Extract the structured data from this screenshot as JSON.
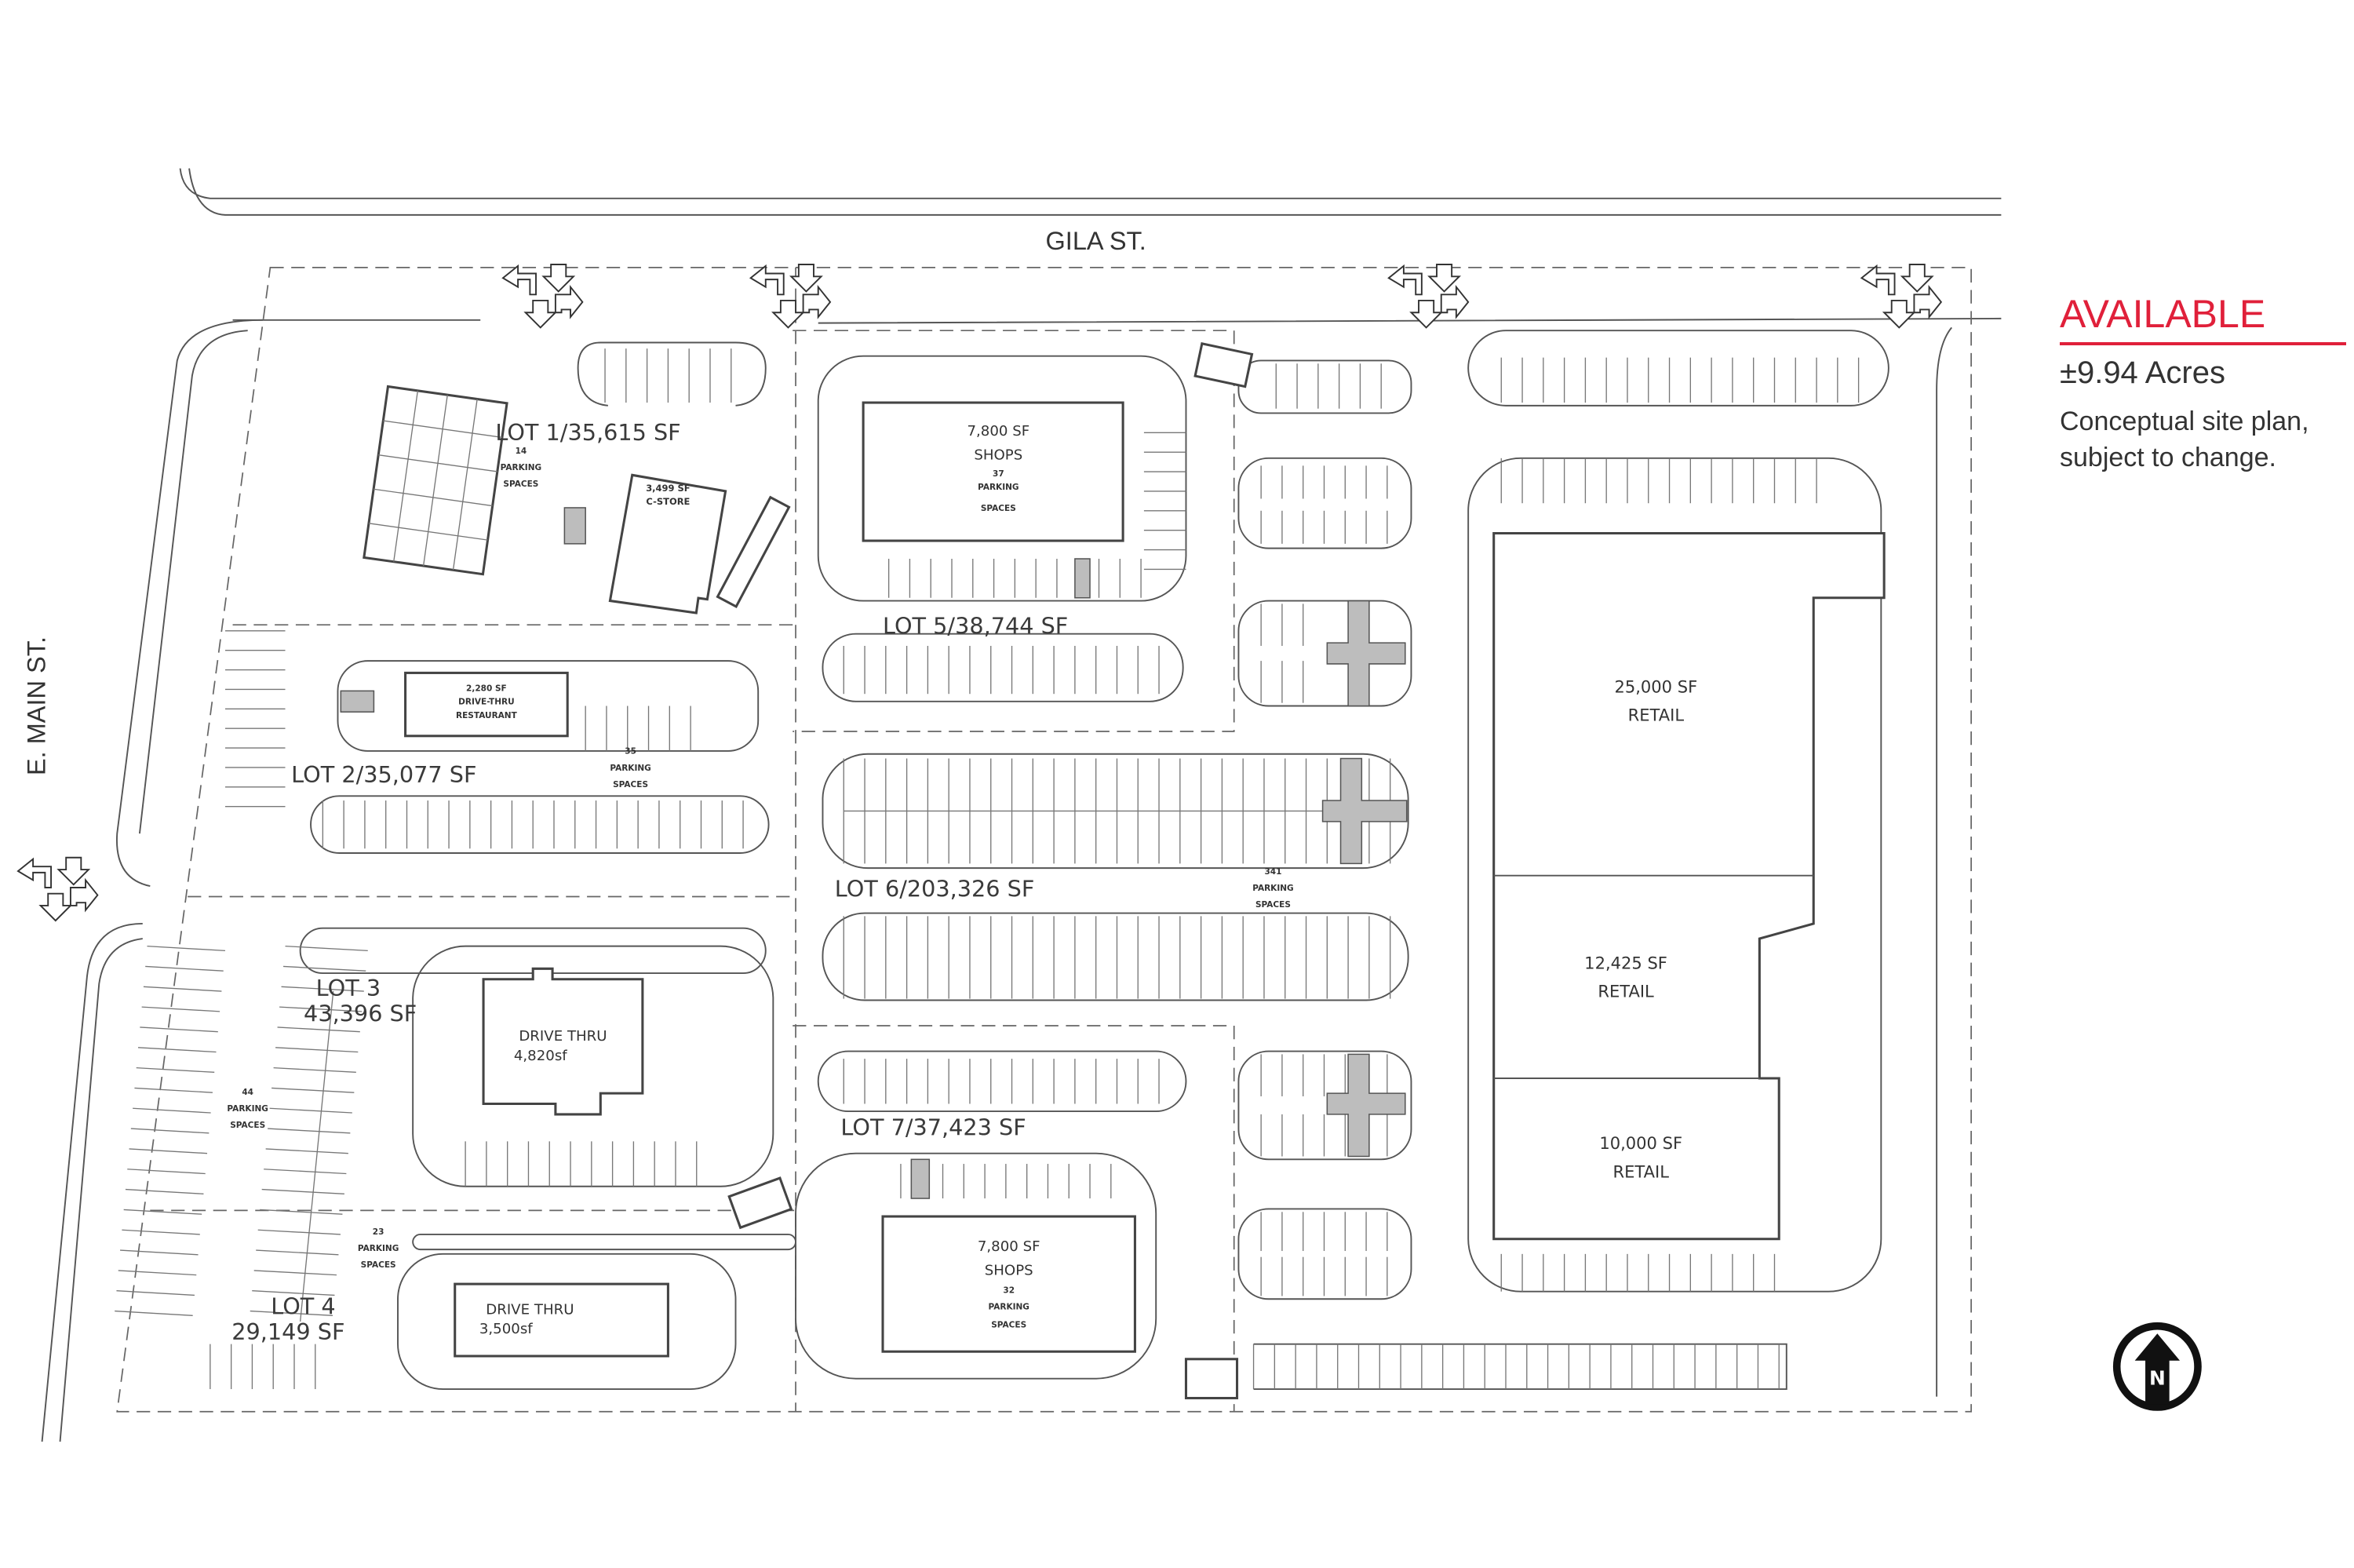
{
  "streets": {
    "north": "GILA ST.",
    "west": "E. MAIN ST."
  },
  "sidebar": {
    "status": "AVAILABLE",
    "acreage": "±9.94 Acres",
    "note_line1": "Conceptual site plan,",
    "note_line2": "subject to change."
  },
  "lots": {
    "lot1": "LOT 1/35,615 SF",
    "lot2": "LOT 2/35,077 SF",
    "lot3_a": "LOT 3",
    "lot3_b": "43,396 SF",
    "lot4_a": "LOT 4",
    "lot4_b": "29,149 SF",
    "lot5": "LOT 5/38,744 SF",
    "lot6": "LOT 6/203,326 SF",
    "lot7": "LOT 7/37,423 SF"
  },
  "buildings": {
    "cstore": [
      "3,499 SF",
      "C-STORE"
    ],
    "restaurant": [
      "2,280 SF",
      "DRIVE-THRU",
      "RESTAURANT"
    ],
    "drivethru3": [
      "DRIVE THRU",
      "4,820sf"
    ],
    "drivethru4": [
      "DRIVE THRU",
      "3,500sf"
    ],
    "shops5": [
      "7,800 SF",
      "SHOPS"
    ],
    "shops7": [
      "7,800 SF",
      "SHOPS"
    ],
    "retail_a": [
      "25,000 SF",
      "RETAIL"
    ],
    "retail_b": [
      "12,425 SF",
      "RETAIL"
    ],
    "retail_c": [
      "10,000 SF",
      "RETAIL"
    ]
  },
  "parking": {
    "lot1": [
      "14",
      "PARKING",
      "SPACES"
    ],
    "lot2": [
      "35",
      "PARKING",
      "SPACES"
    ],
    "lot3": [
      "44",
      "PARKING",
      "SPACES"
    ],
    "lot4": [
      "23",
      "PARKING",
      "SPACES"
    ],
    "lot5": [
      "37",
      "PARKING",
      "SPACES"
    ],
    "lot6": [
      "341",
      "PARKING",
      "SPACES"
    ],
    "lot7": [
      "32",
      "PARKING",
      "SPACES"
    ]
  },
  "compass": {
    "label": "N"
  },
  "colors": {
    "accent": "#e0203a",
    "linework": "#555555"
  }
}
